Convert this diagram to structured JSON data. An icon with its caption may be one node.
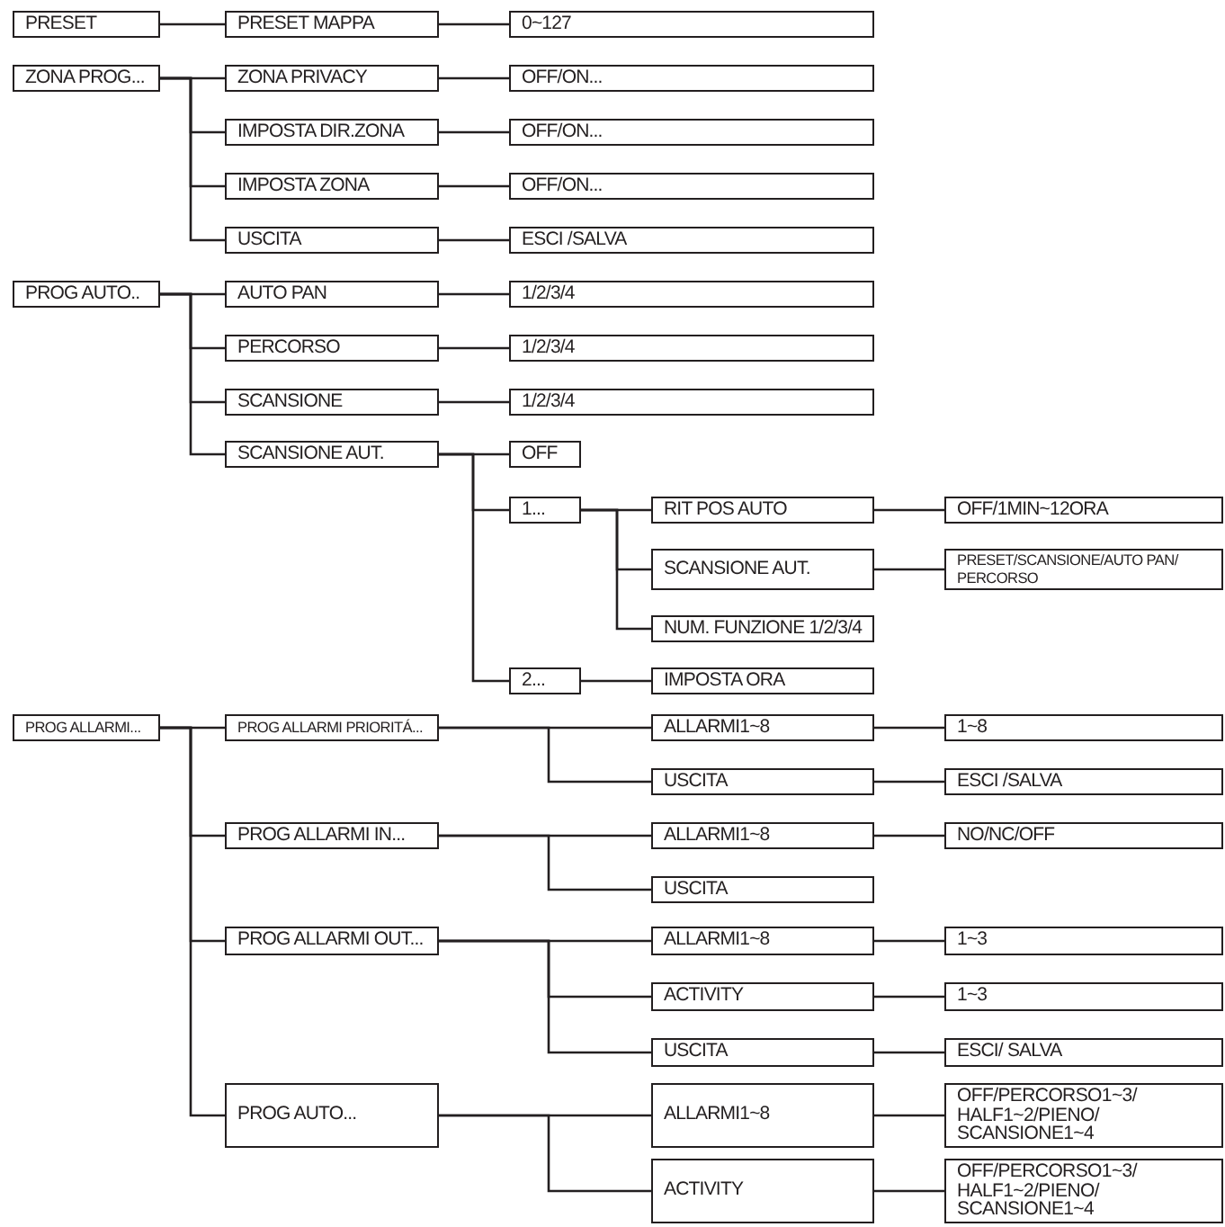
{
  "diagram": {
    "nodes": [
      {
        "text": [
          "PRESET"
        ]
      },
      {
        "text": [
          "PRESET MAPPA"
        ]
      },
      {
        "text": [
          "0~127"
        ]
      },
      {
        "text": [
          "ZONA PROG..."
        ]
      },
      {
        "text": [
          "ZONA PRIVACY"
        ]
      },
      {
        "text": [
          "OFF/ON..."
        ]
      },
      {
        "text": [
          "IMPOSTA DIR.ZONA"
        ]
      },
      {
        "text": [
          "OFF/ON..."
        ]
      },
      {
        "text": [
          "IMPOSTA ZONA"
        ]
      },
      {
        "text": [
          "OFF/ON..."
        ]
      },
      {
        "text": [
          "USCITA"
        ]
      },
      {
        "text": [
          "ESCI /SALVA"
        ]
      },
      {
        "text": [
          "PROG AUTO.."
        ]
      },
      {
        "text": [
          "AUTO PAN"
        ]
      },
      {
        "text": [
          "1/2/3/4"
        ]
      },
      {
        "text": [
          "PERCORSO"
        ]
      },
      {
        "text": [
          "1/2/3/4"
        ]
      },
      {
        "text": [
          "SCANSIONE"
        ]
      },
      {
        "text": [
          "1/2/3/4"
        ]
      },
      {
        "text": [
          "SCANSIONE AUT."
        ]
      },
      {
        "text": [
          "OFF"
        ]
      },
      {
        "text": [
          "1..."
        ]
      },
      {
        "text": [
          "RIT POS AUTO"
        ]
      },
      {
        "text": [
          "OFF/1MIN~12ORA"
        ]
      },
      {
        "text": [
          "SCANSIONE AUT."
        ]
      },
      {
        "text": [
          "PRESET/SCANSIONE/AUTO PAN/PERCORSO"
        ]
      },
      {
        "text": [
          "NUM. FUNZIONE 1/2/3/4"
        ]
      },
      {
        "text": [
          "2..."
        ]
      },
      {
        "text": [
          "IMPOSTA ORA"
        ]
      },
      {
        "text": [
          "PROG ALLARMI..."
        ]
      },
      {
        "text": [
          "PROG ALLARMI PRIORITÁ..."
        ]
      },
      {
        "text": [
          "ALLARMI1~8"
        ]
      },
      {
        "text": [
          "1~8"
        ]
      },
      {
        "text": [
          "USCITA"
        ]
      },
      {
        "text": [
          "ESCI /SALVA"
        ]
      },
      {
        "text": [
          "PROG ALLARMI IN..."
        ]
      },
      {
        "text": [
          "ALLARMI1~8"
        ]
      },
      {
        "text": [
          "NO/NC/OFF"
        ]
      },
      {
        "text": [
          "USCITA"
        ]
      },
      {
        "text": [
          "PROG ALLARMI OUT..."
        ]
      },
      {
        "text": [
          "ALLARMI1~8"
        ]
      },
      {
        "text": [
          "1~3"
        ]
      },
      {
        "text": [
          "ACTIVITY"
        ]
      },
      {
        "text": [
          "1~3"
        ]
      },
      {
        "text": [
          "USCITA"
        ]
      },
      {
        "text": [
          "ESCI/ SALVA"
        ]
      },
      {
        "text": [
          "PROG AUTO..."
        ]
      },
      {
        "text": [
          "ALLARMI1~8"
        ]
      },
      {
        "text": [
          "OFF/PERCORSO1~3/HALF1~2/PIENO/SCANSIONE1~4"
        ]
      },
      {
        "text": [
          "ACTIVITY"
        ]
      },
      {
        "text": [
          "OFF/PERCORSO1~3/HALF1~2/PIENO/SCANSIONE1~4"
        ]
      }
    ],
    "edges": [
      {
        "from": 0,
        "to": 1,
        "arrow": "none"
      },
      {
        "from": 1,
        "to": 2,
        "arrow": "none"
      },
      {
        "from": 3,
        "to": 4,
        "arrow": "none"
      },
      {
        "from": 4,
        "to": 5,
        "arrow": "none"
      },
      {
        "from": 3,
        "to": 6,
        "arrow": "none"
      },
      {
        "from": 6,
        "to": 7,
        "arrow": "none"
      },
      {
        "from": 3,
        "to": 8,
        "arrow": "none"
      },
      {
        "from": 8,
        "to": 9,
        "arrow": "none"
      },
      {
        "from": 3,
        "to": 10,
        "arrow": "none"
      },
      {
        "from": 10,
        "to": 11,
        "arrow": "none"
      },
      {
        "from": 12,
        "to": 13,
        "arrow": "none"
      },
      {
        "from": 13,
        "to": 14,
        "arrow": "none"
      },
      {
        "from": 12,
        "to": 15,
        "arrow": "none"
      },
      {
        "from": 15,
        "to": 16,
        "arrow": "none"
      },
      {
        "from": 12,
        "to": 17,
        "arrow": "none"
      },
      {
        "from": 17,
        "to": 18,
        "arrow": "none"
      },
      {
        "from": 12,
        "to": 19,
        "arrow": "none"
      },
      {
        "from": 19,
        "to": 20,
        "arrow": "none"
      },
      {
        "from": 19,
        "to": 21,
        "arrow": "none"
      },
      {
        "from": 21,
        "to": 22,
        "arrow": "none"
      },
      {
        "from": 22,
        "to": 23,
        "arrow": "none"
      },
      {
        "from": 21,
        "to": 24,
        "arrow": "none"
      },
      {
        "from": 24,
        "to": 25,
        "arrow": "none"
      },
      {
        "from": 21,
        "to": 26,
        "arrow": "none"
      },
      {
        "from": 19,
        "to": 27,
        "arrow": "none"
      },
      {
        "from": 27,
        "to": 28,
        "arrow": "none"
      },
      {
        "from": 29,
        "to": 30,
        "arrow": "none"
      },
      {
        "from": 30,
        "to": 31,
        "arrow": "none"
      },
      {
        "from": 31,
        "to": 32,
        "arrow": "none"
      },
      {
        "from": 30,
        "to": 33,
        "arrow": "none"
      },
      {
        "from": 33,
        "to": 34,
        "arrow": "none"
      },
      {
        "from": 29,
        "to": 35,
        "arrow": "none"
      },
      {
        "from": 35,
        "to": 36,
        "arrow": "none"
      },
      {
        "from": 36,
        "to": 37,
        "arrow": "none"
      },
      {
        "from": 35,
        "to": 38,
        "arrow": "none"
      },
      {
        "from": 29,
        "to": 39,
        "arrow": "none"
      },
      {
        "from": 39,
        "to": 40,
        "arrow": "none"
      },
      {
        "from": 40,
        "to": 41,
        "arrow": "none"
      },
      {
        "from": 39,
        "to": 42,
        "arrow": "none"
      },
      {
        "from": 42,
        "to": 43,
        "arrow": "none"
      },
      {
        "from": 39,
        "to": 44,
        "arrow": "none"
      },
      {
        "from": 44,
        "to": 45,
        "arrow": "none"
      },
      {
        "from": 29,
        "to": 46,
        "arrow": "none"
      },
      {
        "from": 46,
        "to": 47,
        "arrow": "none"
      },
      {
        "from": 47,
        "to": 48,
        "arrow": "none"
      },
      {
        "from": 46,
        "to": 49,
        "arrow": "none"
      },
      {
        "from": 49,
        "to": 50,
        "arrow": "none"
      }
    ]
  }
}
